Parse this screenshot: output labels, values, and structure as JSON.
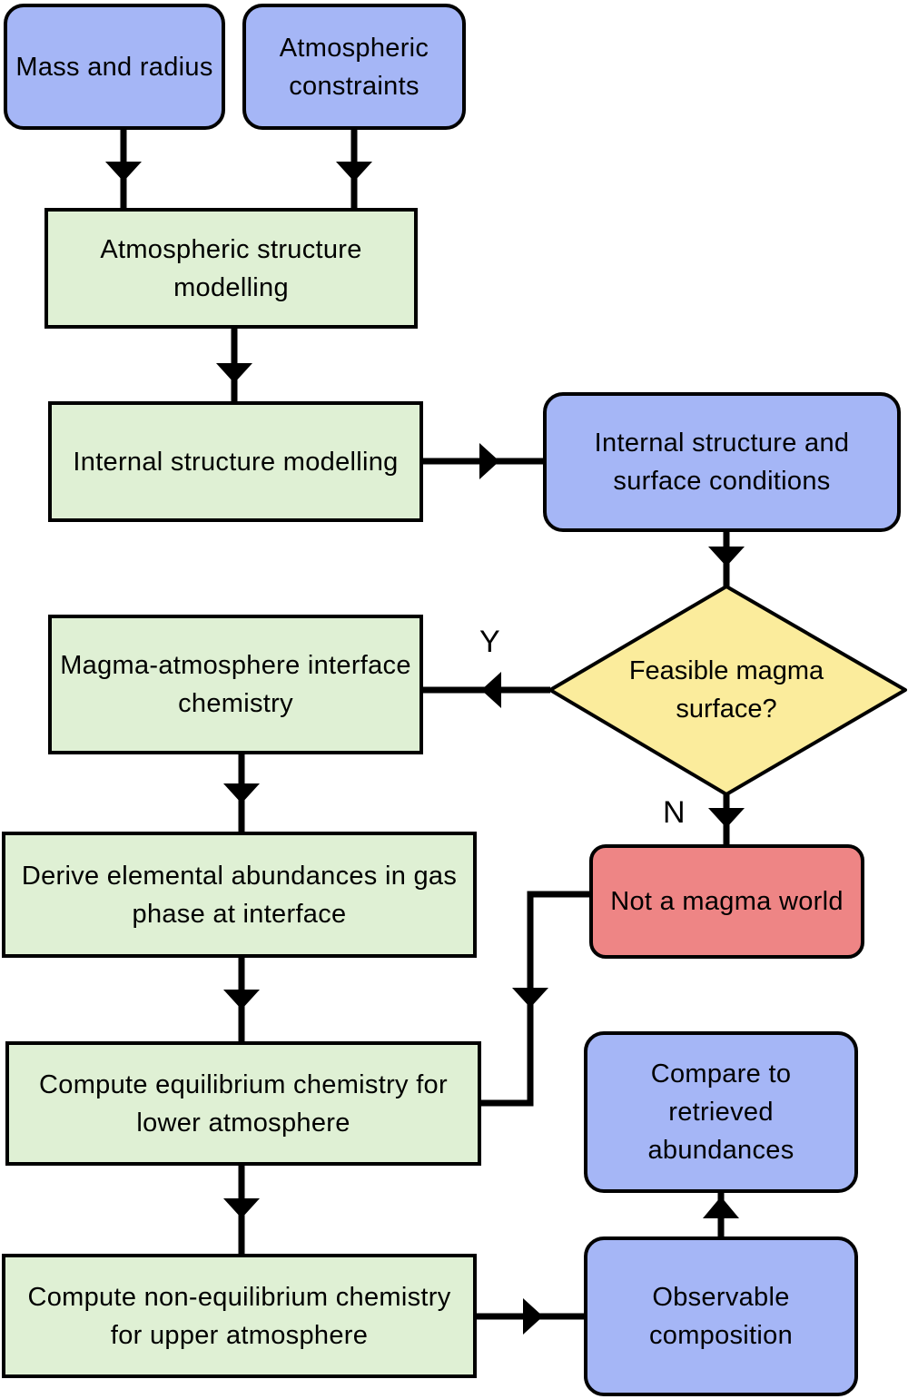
{
  "colors": {
    "input_blue": "#a5b6f6",
    "process_green": "#dff0d4",
    "decision_yellow": "#fbec9c",
    "reject_red": "#ee8585",
    "line": "#000000"
  },
  "nodes": {
    "mass_radius": "Mass and radius",
    "atm_constraints": "Atmospheric constraints",
    "atm_structure": "Atmospheric structure modelling",
    "internal_structure": "Internal structure modelling",
    "internal_surface": "Internal structure and surface conditions",
    "decision": "Feasible magma surface?",
    "magma_chem": "Magma-atmosphere interface chemistry",
    "not_magma": "Not a magma world",
    "derive_elemental": "Derive elemental abundances in gas phase at interface",
    "equilibrium": "Compute equilibrium chemistry for lower atmosphere",
    "compare": "Compare to retrieved abundances",
    "non_equilibrium": "Compute non-equilibrium chemistry for upper atmosphere",
    "observable": "Observable composition"
  },
  "labels": {
    "yes": "Y",
    "no": "N"
  }
}
